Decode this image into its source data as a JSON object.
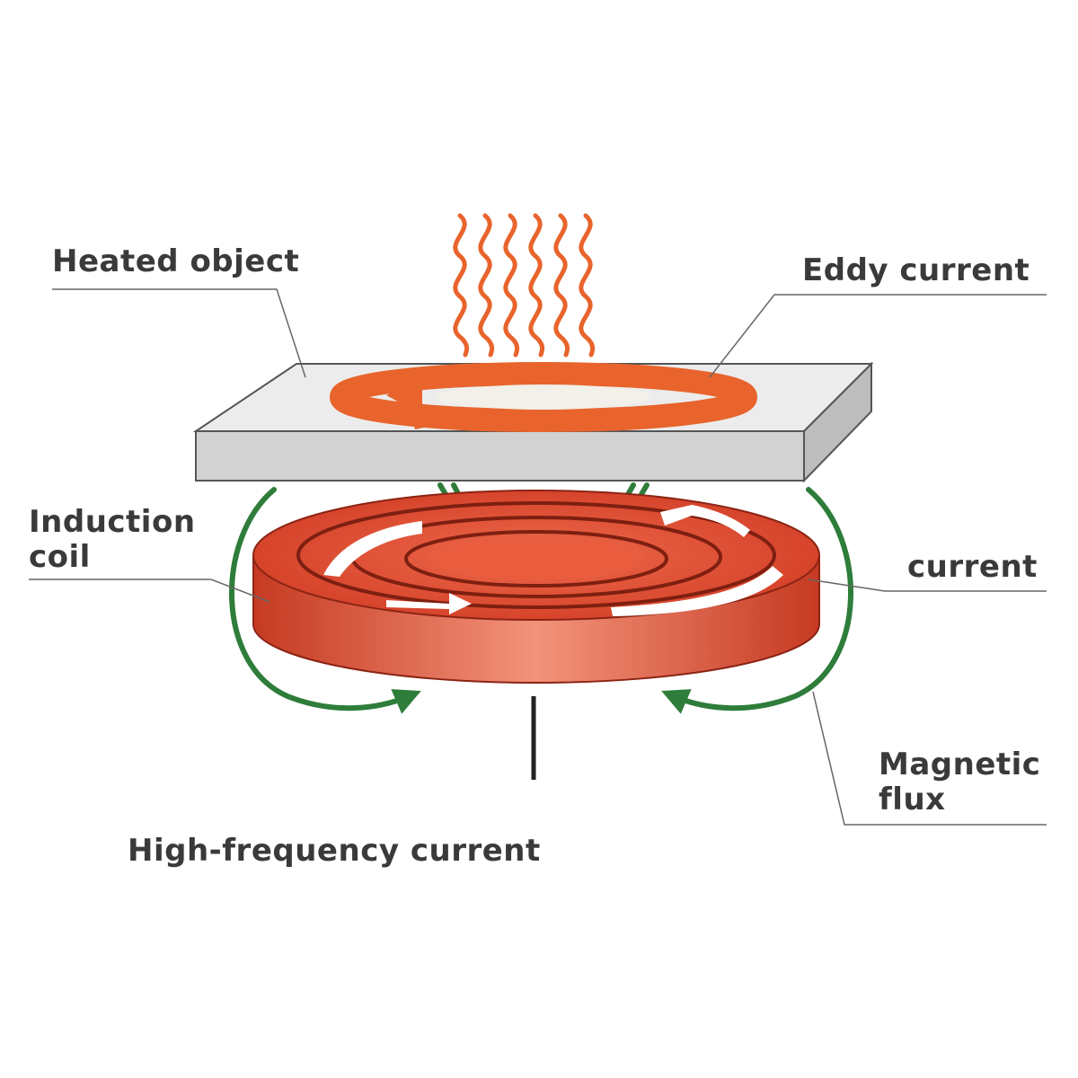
{
  "labels": {
    "heated_object": "Heated object",
    "eddy_current": "Eddy current",
    "induction_coil": "Induction\ncoil",
    "current": "current",
    "magnetic_flux": "Magnetic\nflux",
    "high_frequency_current": "High-frequency current"
  },
  "colors": {
    "coil": "#d9432a",
    "coil_dark": "#9e2a18",
    "eddy": "#e8642c",
    "heat_wave": "#e8642c",
    "flux": "#2e7d3a",
    "plate": "#e4e4e4",
    "leader": "#666666"
  }
}
